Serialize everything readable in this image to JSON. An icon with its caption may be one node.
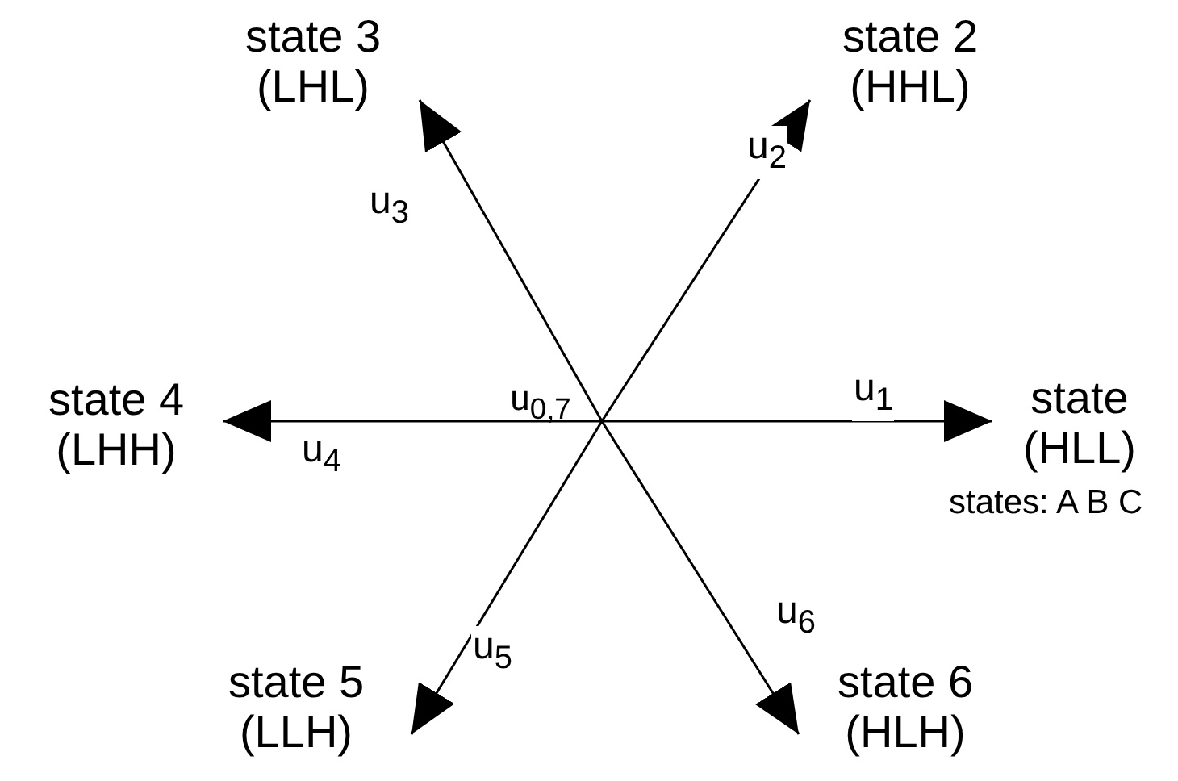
{
  "diagram": {
    "nodes": [
      {
        "text": [
          "state 3 (LHL)"
        ]
      },
      {
        "text": [
          "state 2 (HHL)"
        ]
      },
      {
        "text": [
          "state 4 (LHH)"
        ]
      },
      {
        "text": [
          "u$_{0,7}$"
        ]
      },
      {
        "text": [
          "state (HLL)"
        ]
      },
      {
        "text": [
          "state 5 (LLH)"
        ]
      },
      {
        "text": [
          "state 6 (HLH)"
        ]
      }
    ],
    "edges": [
      {
        "from": 3,
        "to": 4,
        "arrow": "to",
        "label": "u$_{1}$"
      },
      {
        "from": 3,
        "to": 1,
        "arrow": "to",
        "label": "u$_{2}$"
      },
      {
        "from": 3,
        "to": 0,
        "arrow": "to",
        "label": "u$_{3}$"
      },
      {
        "from": 3,
        "to": 2,
        "arrow": "to",
        "label": "u$_{4}$"
      },
      {
        "from": 3,
        "to": 5,
        "arrow": "to",
        "label": "u$_{5}$"
      },
      {
        "from": 3,
        "to": 6,
        "arrow": "to",
        "label": "u$_{6}$"
      }
    ],
    "labels": [
      "states: A B C"
    ]
  }
}
